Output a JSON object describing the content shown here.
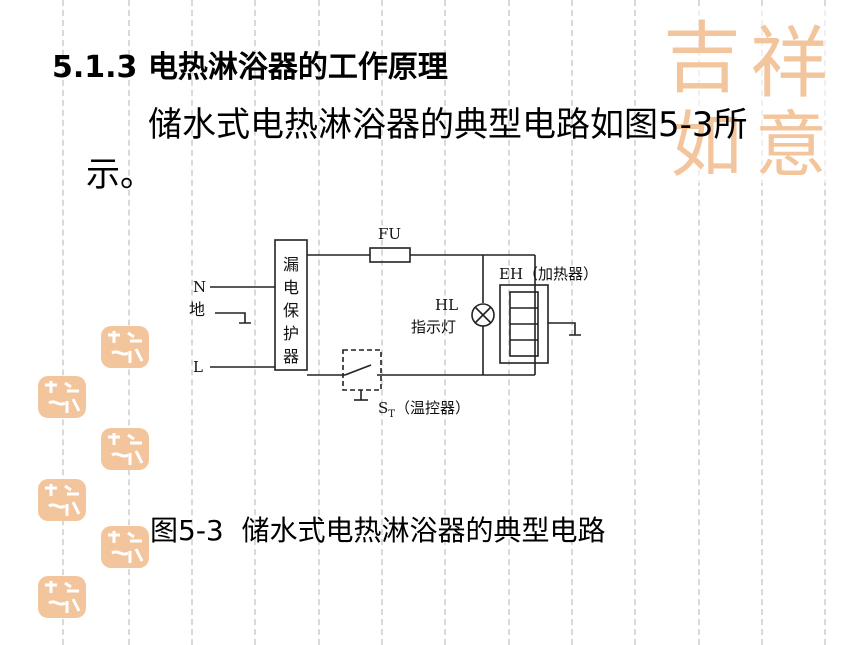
{
  "heading": "5.1.3 电热淋浴器的工作原理",
  "paragraph": "储水式电热淋浴器的典型电路如图5-3所示。",
  "figure": {
    "labels": {
      "fuse": "FU",
      "neutral": "N",
      "ground": "地",
      "live": "L",
      "protector": [
        "漏",
        "电",
        "保",
        "护",
        "器"
      ],
      "lamp_code": "HL",
      "lamp_name": "指示灯",
      "heater": "EH（加热器）",
      "thermostat_main": "S",
      "thermostat_sub": "T",
      "thermostat_rest": "（温控器）"
    },
    "caption": "图5-3  储水式电热淋浴器的典型电路"
  },
  "decoration": {
    "seal_color": "#f3c59c",
    "seal_glyphs": [
      "吉",
      "祥",
      "如",
      "意"
    ]
  }
}
